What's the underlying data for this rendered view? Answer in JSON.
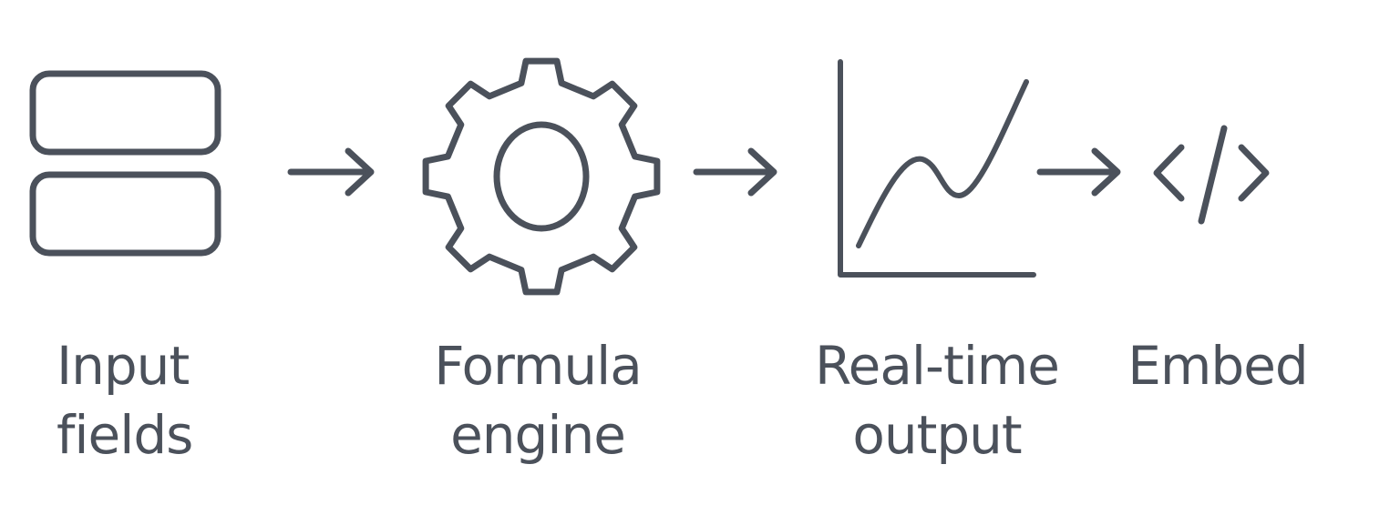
{
  "colors": {
    "stroke": "#4b515b",
    "text": "#4b515b",
    "background": "#ffffff"
  },
  "steps": [
    {
      "icon": "input-fields-icon",
      "line1": "Input",
      "line2": "fields"
    },
    {
      "icon": "gear-icon",
      "line1": "Formula",
      "line2": "engine"
    },
    {
      "icon": "line-chart-icon",
      "line1": "Real-time",
      "line2": "output"
    },
    {
      "icon": "code-icon",
      "line1": "Embed",
      "line2": ""
    }
  ],
  "connectors": [
    "arrow-right-icon",
    "arrow-right-icon",
    "arrow-right-icon"
  ]
}
